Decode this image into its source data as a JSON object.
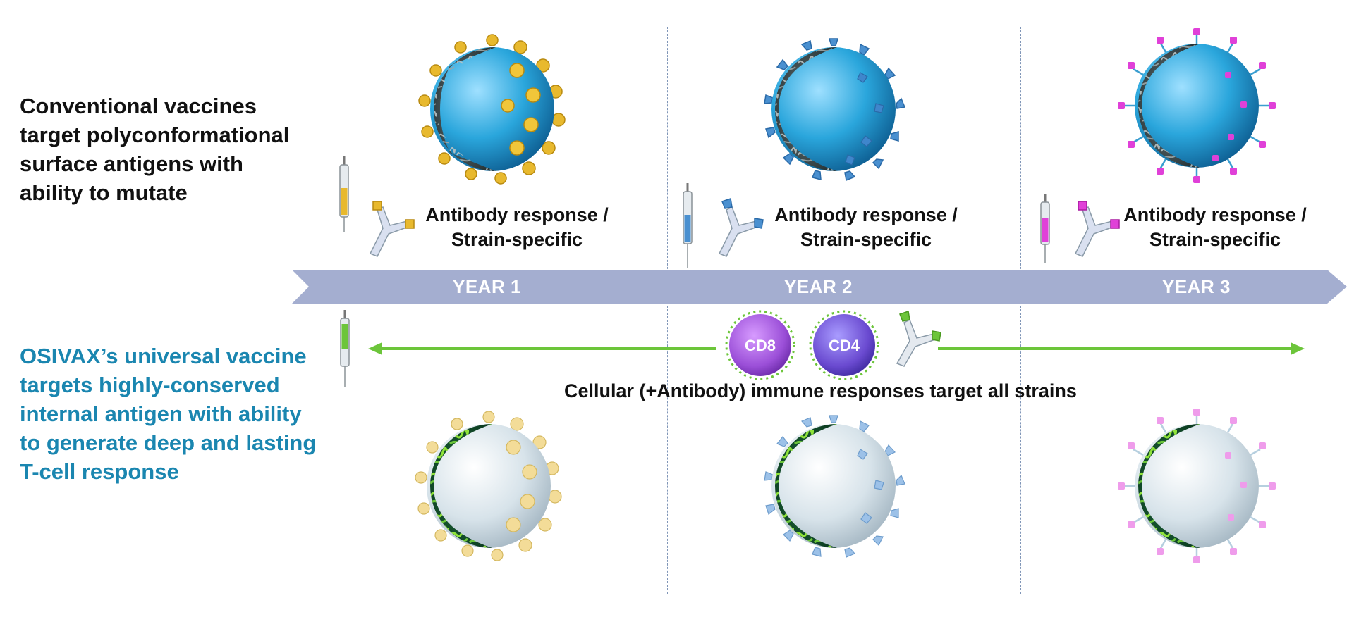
{
  "conventional": {
    "heading": "Conventional vaccines\ntarget polyconformational\nsurface antigens with\nability to mutate",
    "color": "#111111"
  },
  "osivax": {
    "heading": "OSIVAX’s universal vaccine\ntargets highly-conserved\ninternal antigen with ability\nto generate deep and lasting\nT-cell response",
    "color": "#1a86b0"
  },
  "timeline": {
    "years": [
      "YEAR 1",
      "YEAR 2",
      "YEAR 3"
    ],
    "color": "#a4aed0"
  },
  "antibody_label": "Antibody response /\nStrain-specific",
  "cells": {
    "cd8": "CD8",
    "cd4": "CD4",
    "cd8_color": "#9b4fd8",
    "cd4_color": "#6a4ad0"
  },
  "cellular_response": "Cellular (+Antibody) immune responses target all strains",
  "strain_colors": [
    "#e8b92e",
    "#4a90d0",
    "#e040d8"
  ],
  "arrow_color": "#6cc53a",
  "icons": [
    "virus-icon",
    "syringe-icon",
    "antibody-icon",
    "t-cell-icon",
    "arrow-icon"
  ]
}
